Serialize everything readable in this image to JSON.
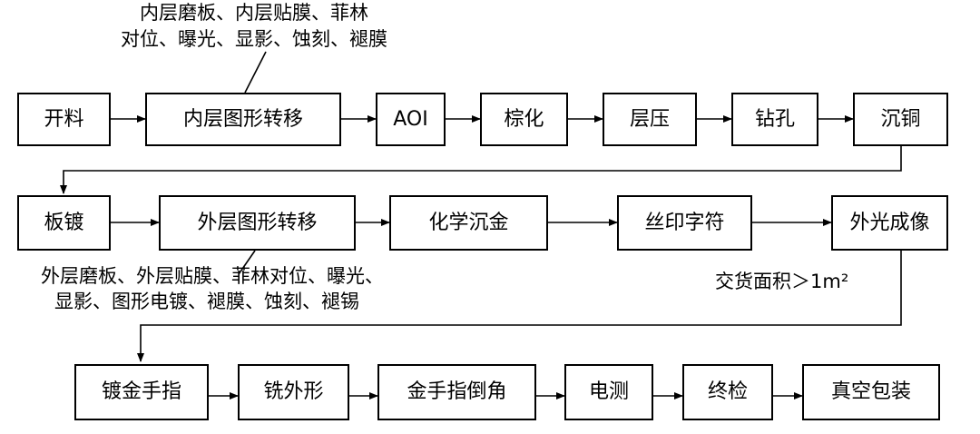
{
  "steps": {
    "row1": [
      "开料",
      "内层图形转移",
      "AOI",
      "棕化",
      "层压",
      "钻孔",
      "沉铜"
    ],
    "row2": [
      "板镀",
      "外层图形转移",
      "化学沉金",
      "丝印字符",
      "外光成像"
    ],
    "row3": [
      "镀金手指",
      "铣外形",
      "金手指倒角",
      "电测",
      "终检",
      "真空包装"
    ]
  },
  "notes": {
    "inner_line1": "内层磨板、内层贴膜、菲林",
    "inner_line2": "对位、曝光、显影、蚀刻、褪膜",
    "outer_line1": "外层磨板、外层贴膜、菲林对位、曝光、",
    "outer_line2": "显影、图形电镀、褪膜、蚀刻、褪锡",
    "delivery": "交货面积＞1m²"
  }
}
